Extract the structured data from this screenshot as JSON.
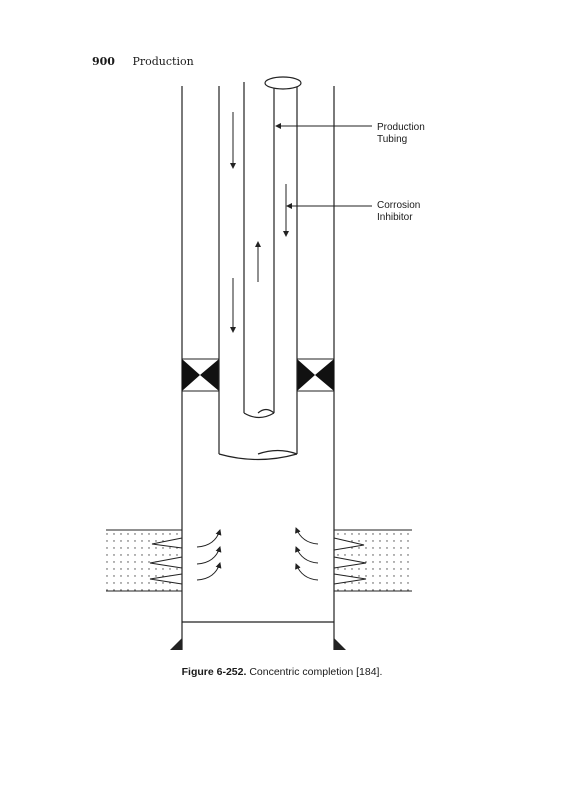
{
  "header": {
    "page_number": "900",
    "section": "Production"
  },
  "labels": {
    "production_tubing": [
      "Production",
      "Tubing"
    ],
    "corrosion_inhibitor": [
      "Corrosion",
      "Inhibitor"
    ]
  },
  "caption": {
    "figure": "Figure 6-252.",
    "text": "Concentric completion [184]."
  }
}
